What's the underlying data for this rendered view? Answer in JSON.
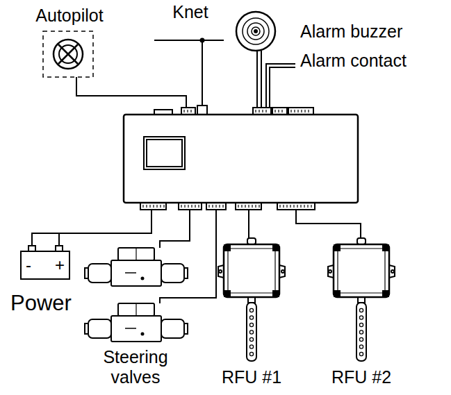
{
  "diagram": {
    "nodes": [
      {
        "text": [
          "Autopilot"
        ]
      },
      {
        "text": [
          "Alarm buzzer"
        ]
      },
      {
        "text": [
          "-",
          "+",
          "Power"
        ]
      },
      {
        "text": [
          "RFU #1"
        ]
      },
      {
        "text": [
          "RFU #2"
        ]
      }
    ],
    "labels": [
      "Knet",
      "Alarm contact",
      "Steering valves"
    ]
  }
}
